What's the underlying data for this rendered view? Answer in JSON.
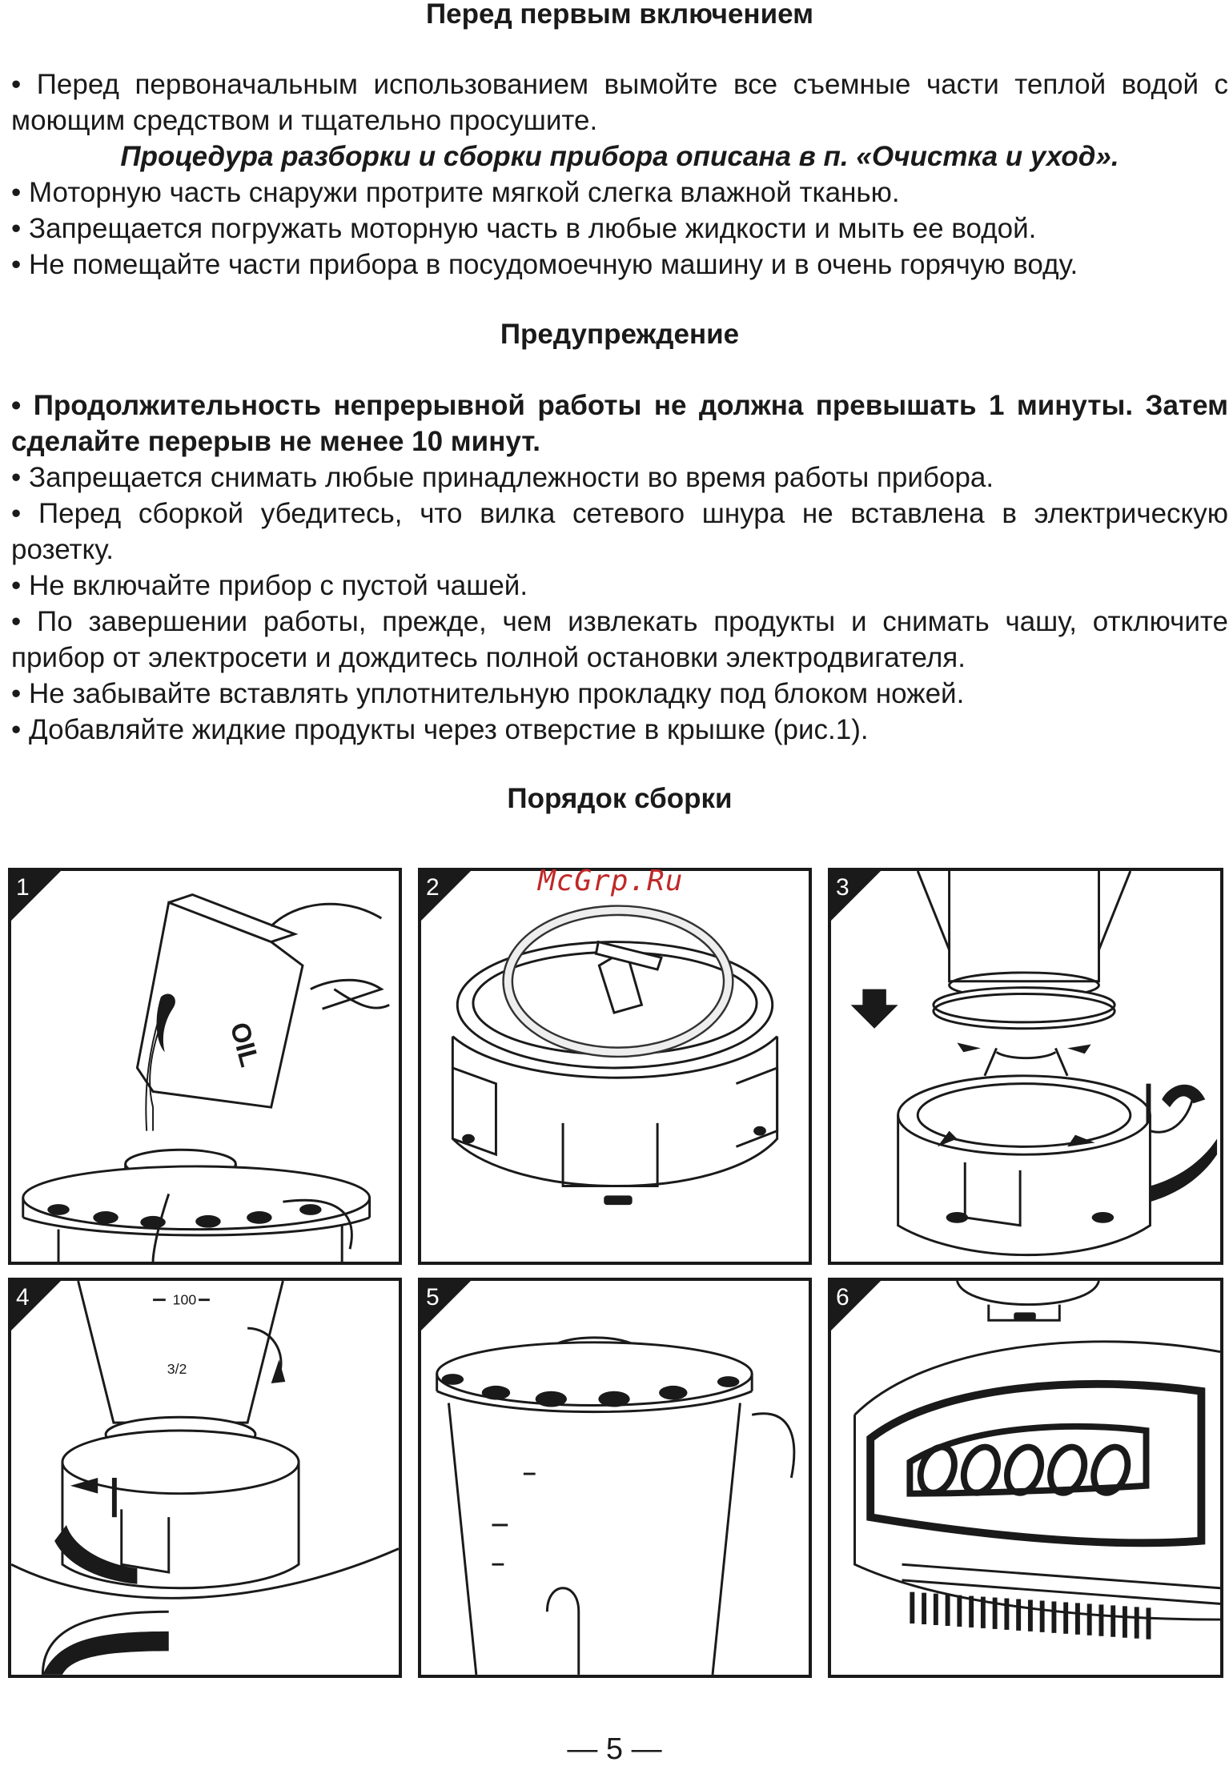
{
  "sections": {
    "before_first_use": {
      "title": "Перед первым включением",
      "p1": "• Перед первоначальным использованием вымойте все съемные части теплой водой с моющим средством и тщательно просушите.",
      "p2": "Процедура разборки и сборки прибора описана в п. «Очистка и уход».",
      "p3": "• Моторную часть снаружи протрите мягкой слегка влажной тканью.",
      "p4": "• Запрещается погружать моторную часть в любые жидкости и мыть ее водой.",
      "p5": "• Не помещайте части прибора в посудомоечную машину и в очень горячую воду."
    },
    "warning": {
      "title": "Предупреждение",
      "p1": "• Продолжительность непрерывной работы не должна превышать 1 минуты. Затем сделайте перерыв не менее 10 минут.",
      "p2": "• Запрещается снимать любые принадлежности во время работы прибора.",
      "p3": "• Перед сборкой убедитесь, что вилка сетевого шнура не вставлена в электрическую розетку.",
      "p4": "• Не включайте прибор с пустой чашей.",
      "p5": "• По завершении работы, прежде, чем извлекать продукты и снимать чашу, отключите прибор от электросети и дождитесь полной остановки электродвигателя.",
      "p6": "• Не забывайте вставлять уплотнительную прокладку под блоком ножей.",
      "p7": "• Добавляйте жидкие продукты через отверстие в крышке (рис.1)."
    },
    "assembly": {
      "title": "Порядок сборки"
    }
  },
  "figures": {
    "panels": [
      {
        "num": "1",
        "label": "OIL"
      },
      {
        "num": "2"
      },
      {
        "num": "3"
      },
      {
        "num": "4",
        "scale_top": "100",
        "scale_mid": "3/2"
      },
      {
        "num": "5"
      },
      {
        "num": "6"
      }
    ],
    "watermark": "McGrp.Ru"
  },
  "footer": {
    "page_number": "— 5 —"
  }
}
